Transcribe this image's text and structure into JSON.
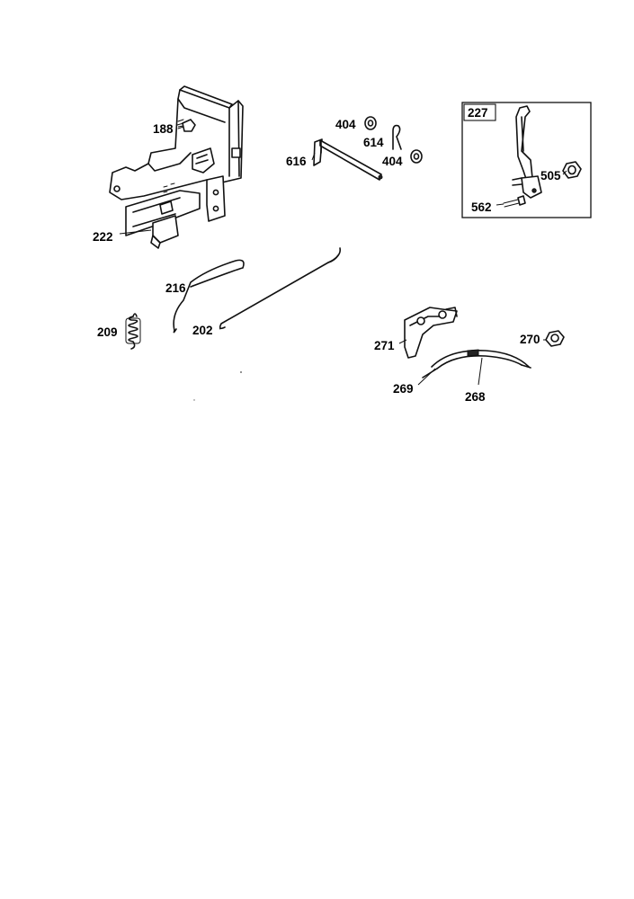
{
  "parts": {
    "p188": "188",
    "p222": "222",
    "p404a": "404",
    "p614": "614",
    "p616": "616",
    "p404b": "404",
    "p227": "227",
    "p505": "505",
    "p562": "562",
    "p216": "216",
    "p202": "202",
    "p209": "209",
    "p271": "271",
    "p270": "270",
    "p269": "269",
    "p268": "268"
  }
}
